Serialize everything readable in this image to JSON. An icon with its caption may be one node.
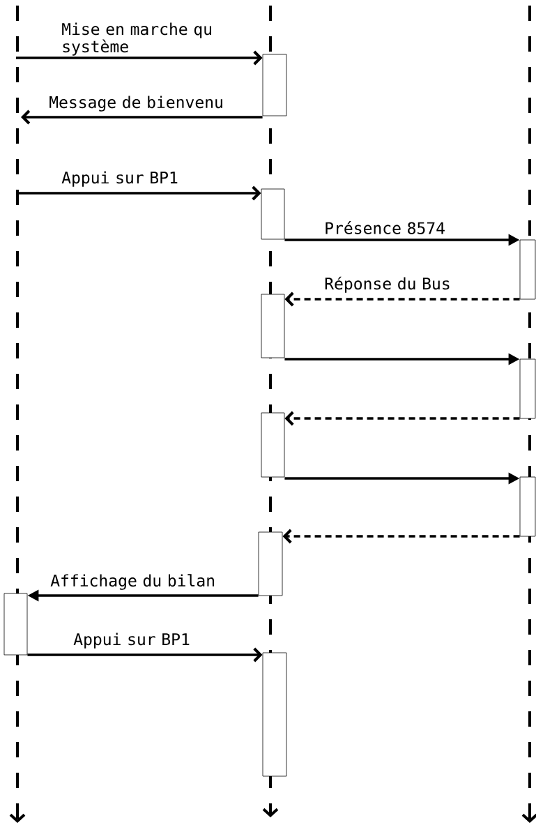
{
  "diagram": {
    "nodes": [
      {
        "text": [],
        "shape": "box"
      },
      {
        "text": [],
        "shape": "box"
      },
      {
        "text": [],
        "shape": "box"
      },
      {
        "text": [],
        "shape": "box"
      },
      {
        "text": [],
        "shape": "box"
      },
      {
        "text": [],
        "shape": "box"
      },
      {
        "text": [],
        "shape": "box"
      },
      {
        "text": [],
        "shape": "box"
      },
      {
        "text": [],
        "shape": "box"
      },
      {
        "text": [],
        "shape": "box"
      }
    ],
    "edges": [
      {
        "from": null,
        "to": 0,
        "arrow": "to",
        "label": "Mise en marche qu système"
      },
      {
        "from": 0,
        "to": null,
        "arrow": "to",
        "label": "Message de bienvenu"
      },
      {
        "from": null,
        "to": 1,
        "arrow": "to",
        "label": "Appui sur BP1"
      },
      {
        "from": 1,
        "to": 2,
        "arrow": "to",
        "label": "Présence 8574"
      },
      {
        "from": 2,
        "to": 3,
        "arrow": "to",
        "label": "Réponse du Bus",
        "style": "dashed"
      },
      {
        "from": 3,
        "to": 4,
        "arrow": "to"
      },
      {
        "from": 4,
        "to": 5,
        "arrow": "to",
        "style": "dashed"
      },
      {
        "from": 5,
        "to": 6,
        "arrow": "to"
      },
      {
        "from": 6,
        "to": 7,
        "arrow": "to",
        "style": "dashed"
      },
      {
        "from": 7,
        "to": 8,
        "arrow": "to",
        "label": "Affichage du bilan"
      },
      {
        "from": 8,
        "to": 9,
        "arrow": "to",
        "label": "Appui sur BP1"
      }
    ]
  }
}
